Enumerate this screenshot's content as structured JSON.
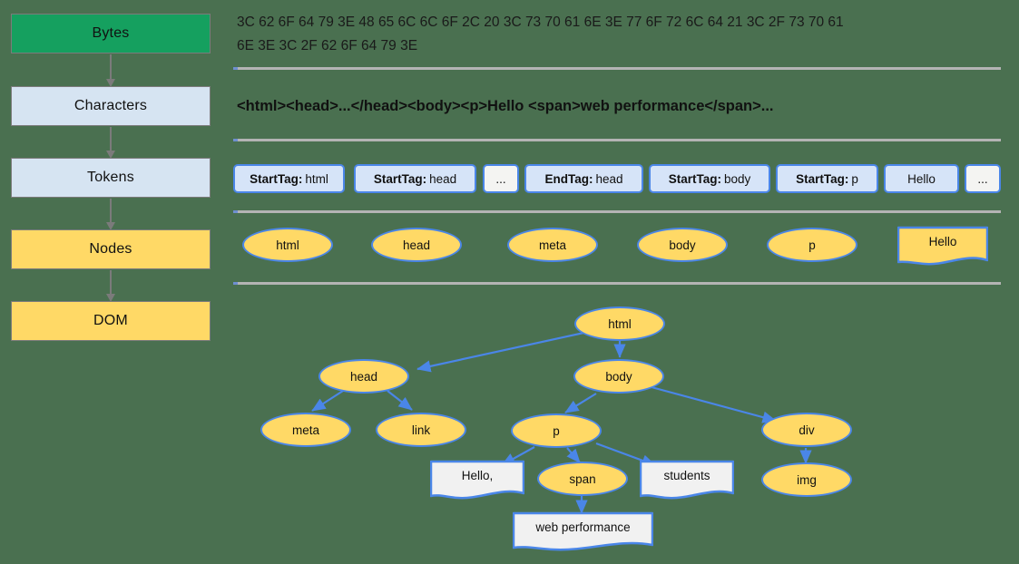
{
  "background_color": "#4a7050",
  "accent_blue": "#4a86e8",
  "node_yellow": "#ffd966",
  "box_blue": "#d6e4f2",
  "box_green": "#15a05f",
  "pipeline": {
    "stages": [
      {
        "label": "Bytes",
        "style": "green"
      },
      {
        "label": "Characters",
        "style": "blue"
      },
      {
        "label": "Tokens",
        "style": "blue"
      },
      {
        "label": "Nodes",
        "style": "yellow"
      },
      {
        "label": "DOM",
        "style": "yellow"
      }
    ]
  },
  "bytes_row": {
    "text": "3C 62 6F 64 79 3E 48 65 6C 6C 6F 2C 20 3C 73 70 61 6E 3E 77 6F 72 6C 64 21 3C 2F 73 70 61\n6E 3E 3C 2F 62 6F 64 79 3E"
  },
  "characters_row": {
    "text": "<html><head>...</head><body><p>Hello <span>web performance</span>..."
  },
  "tokens_row": {
    "tokens": [
      {
        "kind": "StartTag:",
        "value": "html",
        "ellipsis": false
      },
      {
        "kind": "StartTag:",
        "value": "head",
        "ellipsis": false
      },
      {
        "kind": "",
        "value": "...",
        "ellipsis": true
      },
      {
        "kind": "EndTag:",
        "value": "head",
        "ellipsis": false
      },
      {
        "kind": "StartTag:",
        "value": "body",
        "ellipsis": false
      },
      {
        "kind": "StartTag:",
        "value": "p",
        "ellipsis": false
      },
      {
        "kind": "",
        "value": "Hello",
        "ellipsis": false
      },
      {
        "kind": "",
        "value": "...",
        "ellipsis": true
      }
    ]
  },
  "nodes_row": {
    "nodes": [
      {
        "label": "html",
        "type": "element"
      },
      {
        "label": "head",
        "type": "element"
      },
      {
        "label": "meta",
        "type": "element"
      },
      {
        "label": "body",
        "type": "element"
      },
      {
        "label": "p",
        "type": "element"
      },
      {
        "label": "Hello",
        "type": "text-yellow"
      }
    ]
  },
  "dom_tree": {
    "nodes": [
      {
        "id": "html",
        "label": "html",
        "type": "element"
      },
      {
        "id": "head",
        "label": "head",
        "type": "element"
      },
      {
        "id": "body",
        "label": "body",
        "type": "element"
      },
      {
        "id": "meta",
        "label": "meta",
        "type": "element"
      },
      {
        "id": "link",
        "label": "link",
        "type": "element"
      },
      {
        "id": "p",
        "label": "p",
        "type": "element"
      },
      {
        "id": "div",
        "label": "div",
        "type": "element"
      },
      {
        "id": "span",
        "label": "span",
        "type": "element"
      },
      {
        "id": "img",
        "label": "img",
        "type": "element"
      },
      {
        "id": "hello",
        "label": "Hello,",
        "type": "text"
      },
      {
        "id": "students",
        "label": "students",
        "type": "text"
      },
      {
        "id": "webperf",
        "label": "web performance",
        "type": "text"
      }
    ],
    "edges": [
      {
        "from": "html",
        "to": "head"
      },
      {
        "from": "html",
        "to": "body"
      },
      {
        "from": "head",
        "to": "meta"
      },
      {
        "from": "head",
        "to": "link"
      },
      {
        "from": "body",
        "to": "p"
      },
      {
        "from": "body",
        "to": "div"
      },
      {
        "from": "p",
        "to": "hello"
      },
      {
        "from": "p",
        "to": "span"
      },
      {
        "from": "p",
        "to": "students"
      },
      {
        "from": "div",
        "to": "img"
      },
      {
        "from": "span",
        "to": "webperf"
      }
    ]
  }
}
